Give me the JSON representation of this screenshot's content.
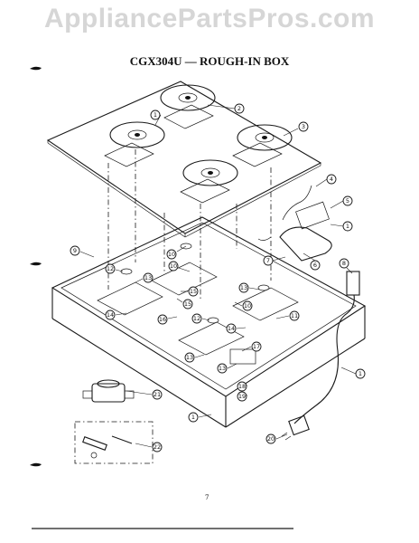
{
  "watermark": "AppliancePartsPros.com",
  "title": "CGX304U — ROUGH-IN BOX",
  "page_number": "7",
  "callouts": [
    "1",
    "2",
    "3",
    "4",
    "5",
    "1",
    "6",
    "7",
    "8",
    "9",
    "10",
    "10",
    "12",
    "13",
    "13",
    "15",
    "15",
    "10",
    "14",
    "16",
    "12",
    "11",
    "14",
    "17",
    "13",
    "13",
    "18",
    "19",
    "1",
    "21",
    "1",
    "20",
    "22"
  ]
}
